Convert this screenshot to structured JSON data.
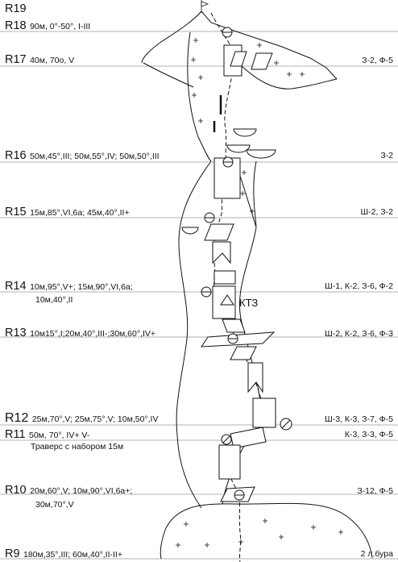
{
  "pitches": [
    {
      "id": "R19",
      "desc": "",
      "cont": "",
      "gear": ""
    },
    {
      "id": "R18",
      "desc": "90м, 0°-50°, I-III",
      "cont": "",
      "gear": ""
    },
    {
      "id": "R17",
      "desc": "40м, 70о, V",
      "cont": "",
      "gear": "З-2, Ф-5"
    },
    {
      "id": "R16",
      "desc": "50м,45°,III; 50м,55°,IV; 50м,50°,III",
      "cont": "",
      "gear": "З-2"
    },
    {
      "id": "R15",
      "desc": "15м,85°,VI,6а; 45м,40°,II+",
      "cont": "",
      "gear": "Ш-2, З-2"
    },
    {
      "id": "R14",
      "desc": "10м,95°,V+; 15м,90°,VI,6а;",
      "cont": "10м,40°,II",
      "gear": "Ш-1, К-2, З-6, Ф-2"
    },
    {
      "id": "R13",
      "desc": "10м15°,I;20м,40°,III-;30м,60°,IV+",
      "cont": "",
      "gear": "Ш-2, К-2, З-6, Ф-3"
    },
    {
      "id": "R12",
      "desc": "25м,70°,V; 25м,75°,V; 10м,50°,IV",
      "cont": "",
      "gear": "Ш-3, К-3, З-7, Ф-5"
    },
    {
      "id": "R11",
      "desc": "50м, 70°, IV+ V-",
      "cont": "Траверс с набором 15м",
      "gear": "К-3, З-3, Ф-5"
    },
    {
      "id": "R10",
      "desc": "20м,60°,V; 10м,90°,VI,6а+;",
      "cont": "30м,70°,V",
      "gear": "З-12, Ф-5"
    },
    {
      "id": "R9",
      "desc": "180м,35°,III; 60м,40°,II-II+",
      "cont": "",
      "gear": "2 л.бура"
    }
  ],
  "bivouac_label": "КТЗ",
  "colors": {
    "line": "#9a9a9a",
    "ink": "#111111"
  }
}
